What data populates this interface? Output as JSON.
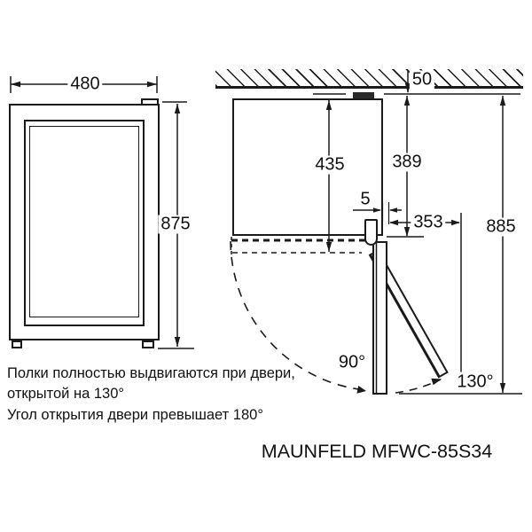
{
  "product": {
    "model_label": "MAUNFELD MFWC-85S34"
  },
  "front_view": {
    "width": "480",
    "height": "875"
  },
  "top_view": {
    "wall_clearance": "50",
    "cabinet_depth": "435",
    "wall_to_door_front": "389",
    "door_side_offset": "5",
    "door_swing_depth": "353",
    "total_clearance": "885",
    "door_angle_90": "90°",
    "door_angle_130": "130°"
  },
  "notes": {
    "line1": "Полки полностью выдвигаются при двери,",
    "line2": "открытой на 130°",
    "line3": "Угол открытия двери превышает 180°"
  }
}
